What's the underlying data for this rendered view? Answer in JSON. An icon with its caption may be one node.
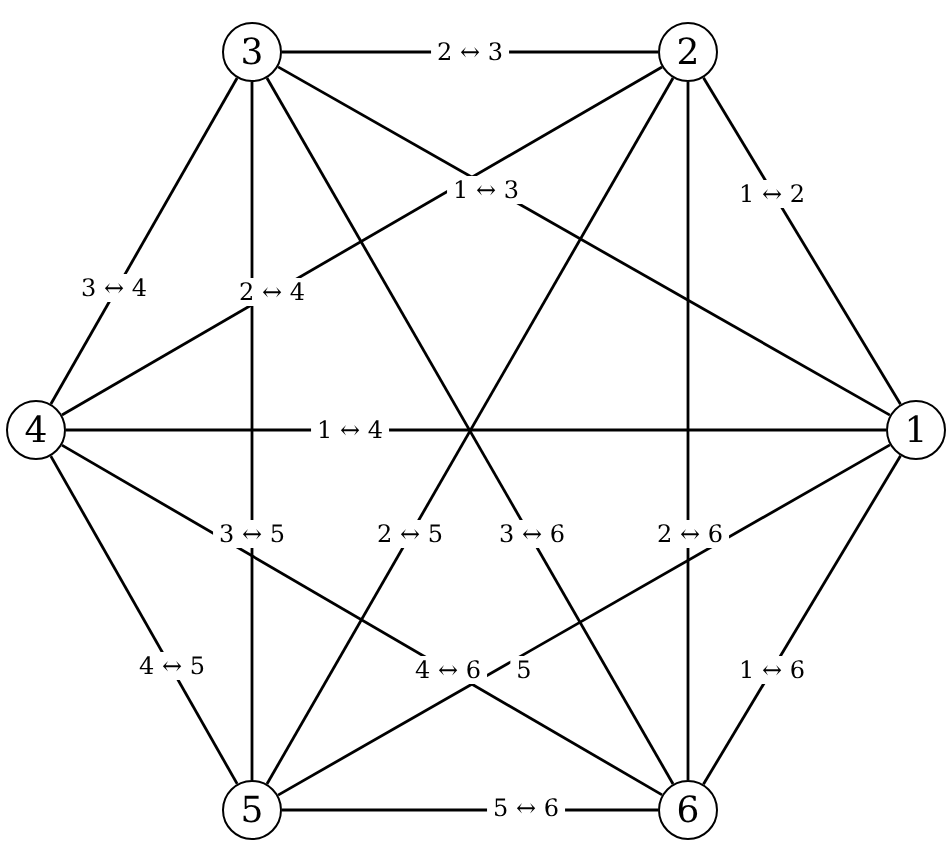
{
  "diagram": {
    "nodes": [
      {
        "text": [
          "1"
        ]
      },
      {
        "text": [
          "2"
        ]
      },
      {
        "text": [
          "3"
        ]
      },
      {
        "text": [
          "4"
        ]
      },
      {
        "text": [
          "5"
        ]
      },
      {
        "text": [
          "6"
        ]
      }
    ],
    "edges": [
      {
        "from": 0,
        "to": 1,
        "arrow": "none",
        "label": "1 ↔ 2"
      },
      {
        "from": 0,
        "to": 2,
        "arrow": "none",
        "label": "1 ↔ 3"
      },
      {
        "from": 0,
        "to": 3,
        "arrow": "none",
        "label": "1 ↔ 4"
      },
      {
        "from": 0,
        "to": 4,
        "arrow": "none",
        "label": "5"
      },
      {
        "from": 0,
        "to": 5,
        "arrow": "none",
        "label": "1 ↔ 6"
      },
      {
        "from": 1,
        "to": 2,
        "arrow": "none",
        "label": "2 ↔ 3"
      },
      {
        "from": 1,
        "to": 3,
        "arrow": "none",
        "label": "2 ↔ 4"
      },
      {
        "from": 1,
        "to": 4,
        "arrow": "none",
        "label": "2 ↔ 5"
      },
      {
        "from": 1,
        "to": 5,
        "arrow": "none",
        "label": "2 ↔ 6"
      },
      {
        "from": 2,
        "to": 3,
        "arrow": "none",
        "label": "3 ↔ 4"
      },
      {
        "from": 2,
        "to": 4,
        "arrow": "none",
        "label": "3 ↔ 5"
      },
      {
        "from": 2,
        "to": 5,
        "arrow": "none",
        "label": "3 ↔ 6"
      },
      {
        "from": 3,
        "to": 4,
        "arrow": "none",
        "label": "4 ↔ 5"
      },
      {
        "from": 3,
        "to": 5,
        "arrow": "none",
        "label": "4 ↔ 6"
      },
      {
        "from": 4,
        "to": 5,
        "arrow": "none",
        "label": "5 ↔ 6"
      }
    ]
  }
}
